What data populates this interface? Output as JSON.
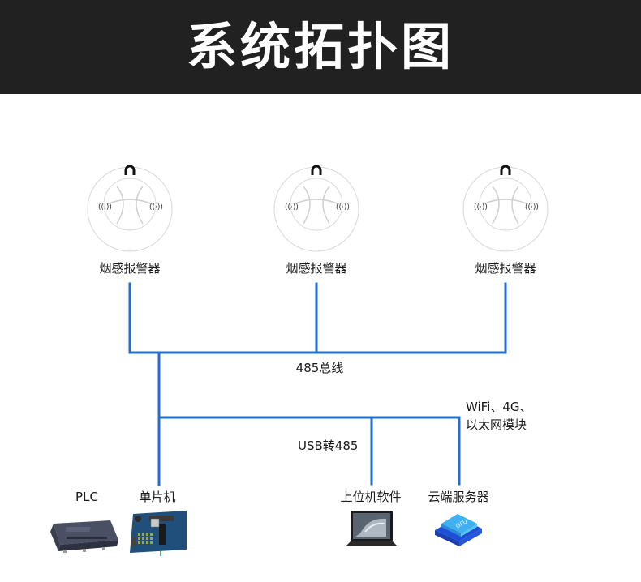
{
  "header": {
    "title": "系统拓扑图"
  },
  "colors": {
    "header_bg": "#212121",
    "wire": "#1f6fd1",
    "text": "#1a1a1a"
  },
  "detectors": [
    {
      "label": "烟感报警器",
      "icon": "smoke-detector-icon"
    },
    {
      "label": "烟感报警器",
      "icon": "smoke-detector-icon"
    },
    {
      "label": "烟感报警器",
      "icon": "smoke-detector-icon"
    }
  ],
  "bus": {
    "label": "485总线"
  },
  "links": {
    "usb": "USB转485",
    "wireless_line1": "WiFi、4G、",
    "wireless_line2": "以太网模块"
  },
  "endpoints": [
    {
      "label": "PLC",
      "icon": "plc-icon"
    },
    {
      "label": "单片机",
      "icon": "mcu-board-icon"
    },
    {
      "label": "上位机软件",
      "icon": "laptop-icon"
    },
    {
      "label": "云端服务器",
      "icon": "gpu-cloud-icon"
    }
  ],
  "gpu_chip_text": "GPU"
}
